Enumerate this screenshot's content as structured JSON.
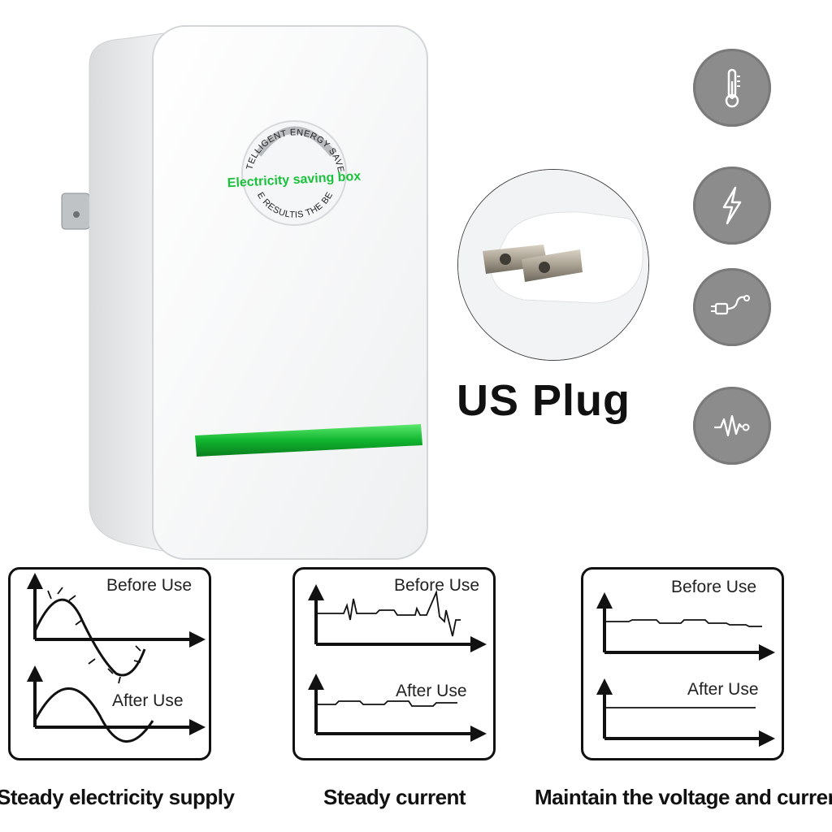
{
  "device": {
    "badge_top_text": "INTELLIGENT ENERGY SAVER",
    "badge_main_text": "Electricity saving box",
    "badge_bottom_text": "THE RESULTIS THE BEST",
    "accent_color": "#19c23a"
  },
  "plug": {
    "label": "US Plug"
  },
  "feature_icons": [
    {
      "icon": "thermometer-icon"
    },
    {
      "icon": "lightning-icon"
    },
    {
      "icon": "plug-cable-icon"
    },
    {
      "icon": "waveform-icon"
    }
  ],
  "panels": [
    {
      "before_label": "Before Use",
      "after_label": "After Use",
      "caption": "Steady electricity supply"
    },
    {
      "before_label": "Before Use",
      "after_label": "After Use",
      "caption": "Steady current"
    },
    {
      "before_label": "Before Use",
      "after_label": "After Use",
      "caption": "Maintain the voltage and current"
    }
  ]
}
